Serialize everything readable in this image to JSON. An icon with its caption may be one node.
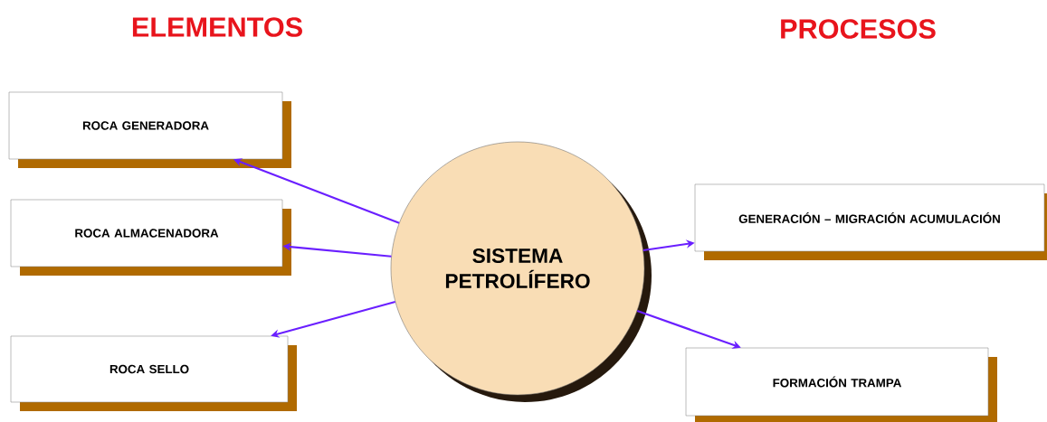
{
  "diagram": {
    "nodes": [
      {
        "text": [
          "ROCA GENERADORA"
        ]
      },
      {
        "text": [
          "ROCA ALMACENADORA"
        ]
      },
      {
        "text": [
          "ROCA  SELLO"
        ]
      },
      {
        "text": [
          "SISTEMA PETROLÍFERO"
        ]
      },
      {
        "text": [
          "GENERACIÓN – MIGRACIÓN ACUMULACIÓN"
        ]
      },
      {
        "text": [
          "FORMACIÓN TRAMPA"
        ]
      }
    ],
    "edges": [
      {
        "from": 3,
        "to": 0,
        "arrow": "to"
      },
      {
        "from": 3,
        "to": 1,
        "arrow": "to"
      },
      {
        "from": 3,
        "to": 2,
        "arrow": "to"
      },
      {
        "from": 3,
        "to": 4,
        "arrow": "to"
      },
      {
        "from": 3,
        "to": 5,
        "arrow": "to"
      }
    ],
    "labels": [
      "ELEMENTOS",
      "PROCESOS"
    ]
  }
}
